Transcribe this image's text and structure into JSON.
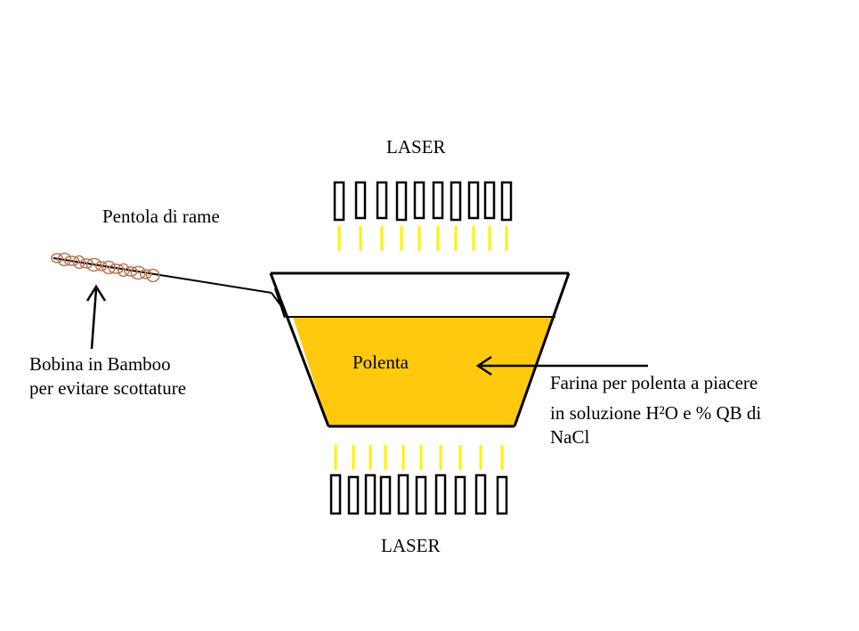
{
  "diagram": {
    "laser_top_label": "LASER",
    "laser_bottom_label": "LASER",
    "pot_label": "Pentola di rame",
    "contents_label": "Polenta",
    "coil_label_line1": "Bobina in Bamboo",
    "coil_label_line2": "per evitare scottature",
    "filling_line1": "Farina per polenta a piacere",
    "filling_line2": "in soluzione H²O e % QB di",
    "filling_line3": "NaCl"
  },
  "colors": {
    "polenta_fill": "#FFC90E",
    "laser_beam": "#FFF200",
    "coil": "#B97A57",
    "outline": "#000000"
  },
  "icons": [
    "laser-emitter-icon",
    "bamboo-coil-icon",
    "copper-pot-icon",
    "arrow-icon"
  ]
}
